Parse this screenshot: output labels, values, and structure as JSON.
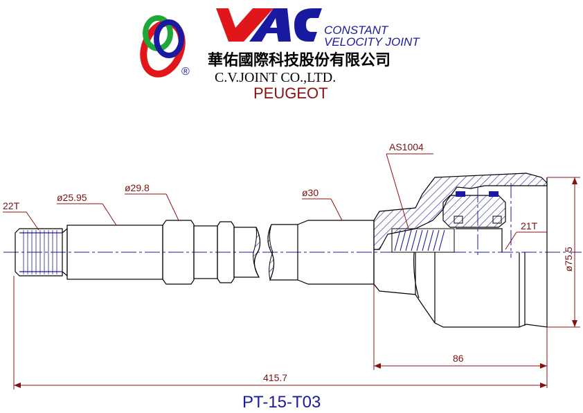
{
  "header": {
    "logo_mark": "VAC",
    "tagline_line1": "CONSTANT",
    "tagline_line2": "VELOCITY  JOINT",
    "registered_symbol": "®",
    "company_chinese": "華佑國際科技股份有限公司",
    "company_english": "C.V.JOINT CO.,LTD.",
    "make": "PEUGEOT"
  },
  "dimensions": {
    "spline_outer": "22T",
    "shaft_diameter_1": "ø25.95",
    "shaft_diameter_2": "ø29.8",
    "shaft_diameter_3": "ø30",
    "boot": "AS1004",
    "spline_inner": "21T",
    "housing_diameter": "ø75.5",
    "housing_length": "86",
    "overall_length": "415.7"
  },
  "part_number": "PT-15-T03",
  "colors": {
    "logo_red": "#e0161b",
    "logo_green": "#1ea83a",
    "logo_blue": "#1a1aa0",
    "dimension": "#8a1010",
    "drawing_blue": "#1a1aa0"
  }
}
